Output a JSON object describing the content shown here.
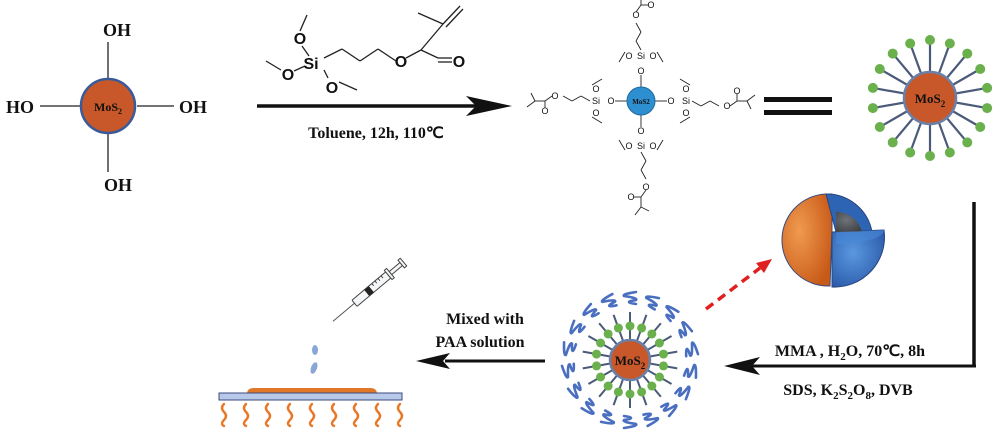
{
  "colors": {
    "mos2_core": "#c8582a",
    "mos2_core_border": "#3a5a9a",
    "mos2_functionalized_core": "#2e8fd0",
    "ligand_tip": "#6ab04c",
    "ligand_stem": "#4a5a78",
    "polymer_chain": "#4a6fc0",
    "dashed_arrow": "#e02020",
    "shell_orange": "#e07830",
    "shell_blue": "#3a78c8",
    "inner_core": "#555a5e",
    "substrate": "#b8c8e8",
    "film": "#e07828",
    "heat_waves": "#e87828"
  },
  "stage1": {
    "core_label": "MoS",
    "core_label_sub": "2",
    "groups": {
      "top": "OH",
      "left": "HO",
      "right": "OH",
      "bottom": "OH"
    }
  },
  "step1": {
    "reagent_atoms": {
      "si": "Si",
      "o": "O"
    },
    "conditions": "Toluene, 12h, 110℃"
  },
  "stage2": {
    "core_label": "MoS",
    "core_label_sub": "2",
    "atom_si": "Si",
    "atom_o": "O"
  },
  "equals_sign": "=",
  "stage3": {
    "core_label": "MoS",
    "core_label_sub": "2",
    "ligand_count": 18
  },
  "step2": {
    "conditions_top": {
      "pre": "MMA , H",
      "sub1": "2",
      "post": "O, 70℃, 8h"
    },
    "conditions_bottom": {
      "pre": "SDS, K",
      "sub1": "2",
      "mid1": "S",
      "sub2": "2",
      "mid2": "O",
      "sub3": "8",
      "post": ", DVB"
    }
  },
  "stage4": {
    "core_label": "MoS",
    "core_label_sub": "2",
    "ligand_count": 18
  },
  "step3": {
    "line1": "Mixed with",
    "line2": "PAA solution"
  },
  "stage5": {
    "description": "syringe drop-casting onto heated substrate",
    "heat_wave_count": 9
  }
}
